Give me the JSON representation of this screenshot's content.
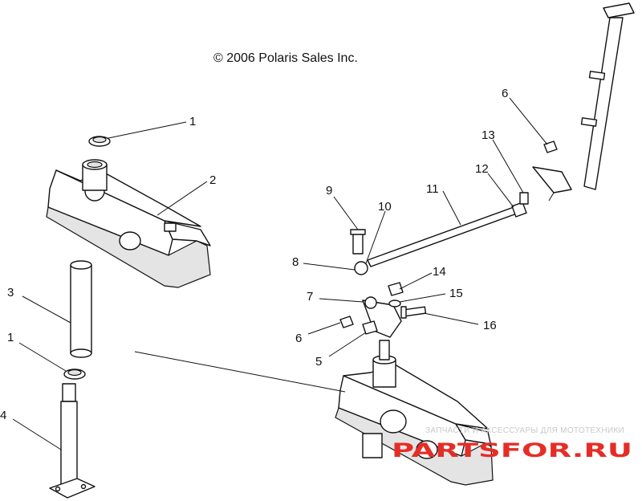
{
  "copyright": "© 2006 Polaris Sales Inc.",
  "callouts": [
    {
      "id": "c1a",
      "label": "1"
    },
    {
      "id": "c2",
      "label": "2"
    },
    {
      "id": "c3",
      "label": "3"
    },
    {
      "id": "c1b",
      "label": "1"
    },
    {
      "id": "c4",
      "label": "4"
    },
    {
      "id": "c6a",
      "label": "6"
    },
    {
      "id": "c13",
      "label": "13"
    },
    {
      "id": "c12",
      "label": "12"
    },
    {
      "id": "c11",
      "label": "11"
    },
    {
      "id": "c9",
      "label": "9"
    },
    {
      "id": "c10",
      "label": "10"
    },
    {
      "id": "c8",
      "label": "8"
    },
    {
      "id": "c14",
      "label": "14"
    },
    {
      "id": "c7",
      "label": "7"
    },
    {
      "id": "c15",
      "label": "15"
    },
    {
      "id": "c16",
      "label": "16"
    },
    {
      "id": "c6b",
      "label": "6"
    },
    {
      "id": "c5",
      "label": "5"
    }
  ],
  "watermark": {
    "tagline": "ЗАПЧАСТИ И АКСЕССУАРЫ ДЛЯ МОТОТЕХНИКИ",
    "brand": "PARTSFOR.RU",
    "brand_color": "#e52d27"
  }
}
